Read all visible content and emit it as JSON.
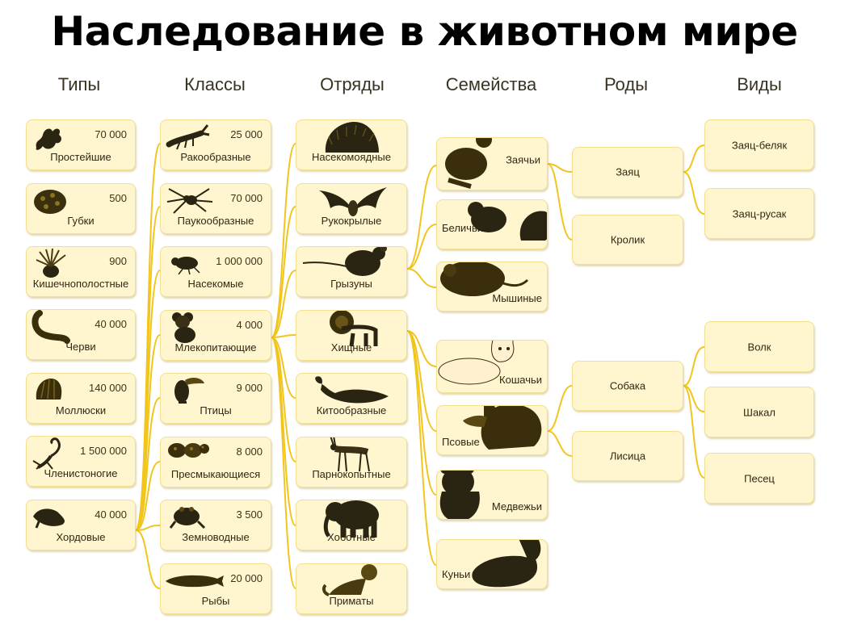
{
  "title": "Наследование в животном мире",
  "headers": {
    "types": "Типы",
    "classes": "Классы",
    "orders": "Отряды",
    "families": "Семейства",
    "genera": "Роды",
    "species": "Виды"
  },
  "types": [
    {
      "label": "Простейшие",
      "count": "70 000",
      "icon": "protozoa-icon"
    },
    {
      "label": "Губки",
      "count": "500",
      "icon": "sponge-icon"
    },
    {
      "label": "Кишечнополостные",
      "count": "900",
      "icon": "coelenterate-icon"
    },
    {
      "label": "Черви",
      "count": "40 000",
      "icon": "worm-icon"
    },
    {
      "label": "Моллюски",
      "count": "140 000",
      "icon": "mollusk-icon"
    },
    {
      "label": "Членистоногие",
      "count": "1 500 000",
      "icon": "scorpion-icon"
    },
    {
      "label": "Хордовые",
      "count": "40 000",
      "icon": "chordate-icon"
    }
  ],
  "classes": [
    {
      "label": "Ракообразные",
      "count": "25 000",
      "icon": "crayfish-icon"
    },
    {
      "label": "Паукообразные",
      "count": "70 000",
      "icon": "spider-icon"
    },
    {
      "label": "Насекомые",
      "count": "1 000 000",
      "icon": "insect-icon"
    },
    {
      "label": "Млекопитающие",
      "count": "4 000",
      "icon": "koala-icon"
    },
    {
      "label": "Птицы",
      "count": "9 000",
      "icon": "toucan-icon"
    },
    {
      "label": "Пресмыкающиеся",
      "count": "8 000",
      "icon": "turtle-icon"
    },
    {
      "label": "Земноводные",
      "count": "3 500",
      "icon": "frog-icon"
    },
    {
      "label": "Рыбы",
      "count": "20 000",
      "icon": "fish-icon"
    }
  ],
  "orders": [
    {
      "label": "Насекомоядные",
      "icon": "hedgehog-icon"
    },
    {
      "label": "Рукокрылые",
      "icon": "bat-icon"
    },
    {
      "label": "Грызуны",
      "icon": "rat-icon"
    },
    {
      "label": "Хищные",
      "icon": "lion-icon"
    },
    {
      "label": "Китообразные",
      "icon": "whale-icon"
    },
    {
      "label": "Парнокопытные",
      "icon": "antelope-icon"
    },
    {
      "label": "Хоботные",
      "icon": "elephant-icon"
    },
    {
      "label": "Приматы",
      "icon": "monkey-icon"
    }
  ],
  "families": [
    {
      "label": "Заячьи",
      "icon": "hare-icon"
    },
    {
      "label": "Беличьи",
      "icon": "squirrel-icon"
    },
    {
      "label": "Мышиные",
      "icon": "mouse-icon"
    },
    {
      "label": "Кошачьи",
      "icon": "cat-icon"
    },
    {
      "label": "Псовые",
      "icon": "wolf-icon"
    },
    {
      "label": "Медвежьи",
      "icon": "bear-icon"
    },
    {
      "label": "Куньи",
      "icon": "marten-icon"
    }
  ],
  "genera": [
    {
      "label": "Заяц"
    },
    {
      "label": "Кролик"
    },
    {
      "label": "Собака"
    },
    {
      "label": "Лисица"
    }
  ],
  "species": [
    {
      "label": "Заяц-беляк"
    },
    {
      "label": "Заяц-русак"
    },
    {
      "label": "Волк"
    },
    {
      "label": "Шакал"
    },
    {
      "label": "Песец"
    }
  ],
  "colors": {
    "box_fill": "#fff6cf",
    "box_border": "#f3df8e",
    "connector": "#f2c51d",
    "silhouette": "#2a2412"
  }
}
